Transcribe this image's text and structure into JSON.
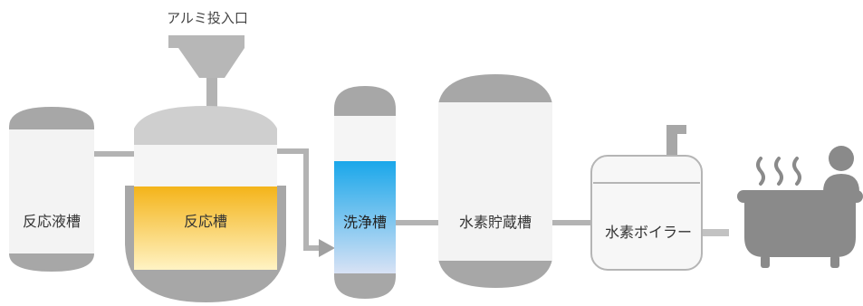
{
  "labels": {
    "aluminum_inlet": "アルミ投入口",
    "reaction_liquid_tank": "反応液槽",
    "reaction_tank": "反応槽",
    "washing_tank": "洗浄槽",
    "hydrogen_storage_tank": "水素貯蔵槽",
    "hydrogen_boiler": "水素ボイラー"
  },
  "colors": {
    "vessel_gray": "#a7a7a7",
    "vessel_light": "#f3f3f3",
    "pipe": "#b3b3b3",
    "reaction_fill_top": "#f4b41a",
    "reaction_fill_bottom": "#fff3c4",
    "wash_fill_top": "#1aa7ea",
    "wash_fill_bottom": "#d8e2f5",
    "icon_gray": "#8a8a8a"
  },
  "icons": [
    "hot-spring-steam-icon",
    "person-icon",
    "bathtub-icon"
  ]
}
